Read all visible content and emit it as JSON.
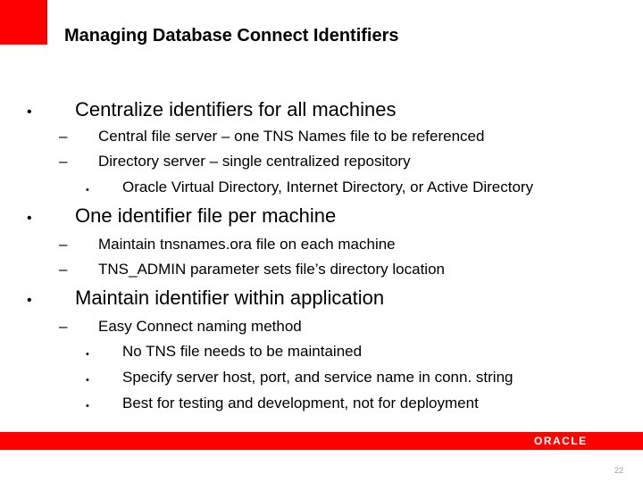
{
  "slide": {
    "title": "Managing Database Connect Identifiers",
    "brand_color": "#FF0000",
    "logo": "ORACLE",
    "page_number": "22",
    "bullet_symbols": {
      "level1": "•",
      "level2": "–",
      "level3": "•"
    },
    "bullets": [
      {
        "text": "Centralize identifiers for all machines",
        "children": [
          {
            "text": "Central file server – one TNS Names file to be referenced"
          },
          {
            "text": "Directory server – single centralized repository",
            "children": [
              {
                "text": "Oracle Virtual Directory, Internet Directory, or Active Directory"
              }
            ]
          }
        ]
      },
      {
        "text": "One identifier file per machine",
        "children": [
          {
            "text": "Maintain tnsnames.ora file on each machine"
          },
          {
            "text": "TNS_ADMIN parameter sets file’s directory location"
          }
        ]
      },
      {
        "text": "Maintain identifier within application",
        "children": [
          {
            "text": "Easy Connect naming method",
            "children": [
              {
                "text": "No TNS file needs to be maintained"
              },
              {
                "text": "Specify server host, port, and service name in conn. string"
              },
              {
                "text": "Best for testing and development, not for deployment"
              }
            ]
          }
        ]
      }
    ]
  }
}
